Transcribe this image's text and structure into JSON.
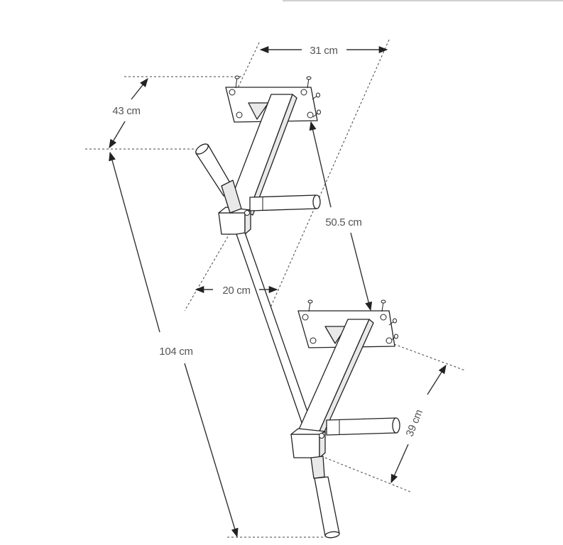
{
  "dimensions": {
    "top_width": "31 cm",
    "arm_depth": "43 cm",
    "bracket_spacing": "50.5 cm",
    "handle_offset": "20 cm",
    "total_length": "104 cm",
    "bottom_depth": "39 cm"
  },
  "colors": {
    "line": "#222222",
    "dimension_text": "#555555",
    "top_rule": "#d0d0d0"
  }
}
